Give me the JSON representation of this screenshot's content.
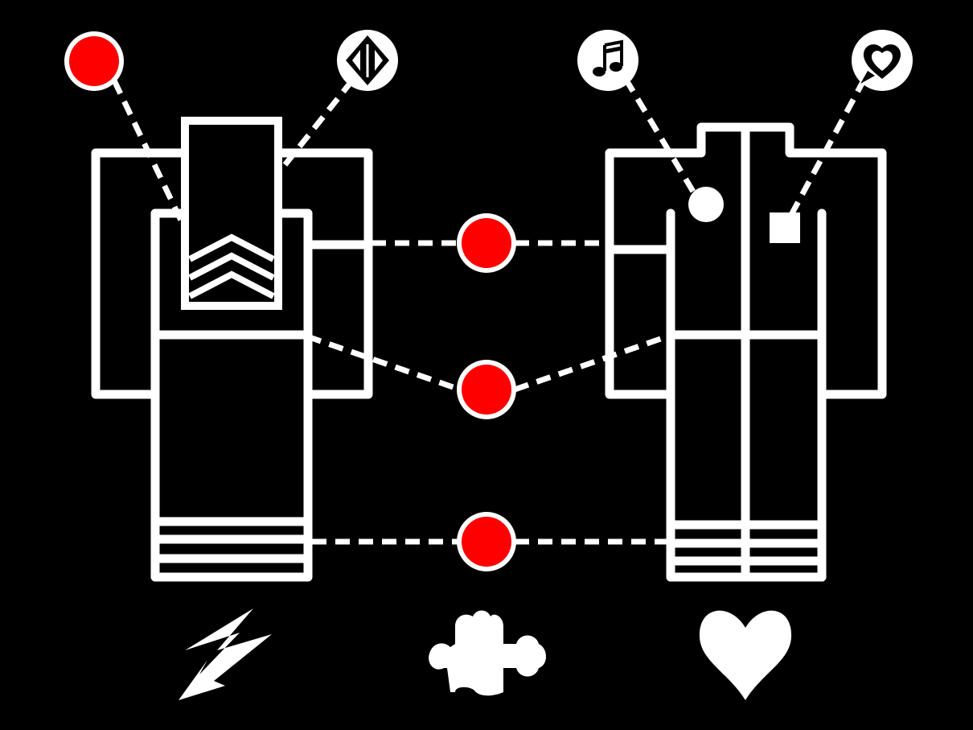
{
  "diagram": {
    "colors": {
      "background": "#000000",
      "line": "#ffffff",
      "node_fill": "#ff0000",
      "node_outline": "#ffffff"
    },
    "left_garment": {
      "kind": "uniform-jacket",
      "badge": "chevron-rank-badge",
      "hem_stripes": 3
    },
    "right_garment": {
      "kind": "jacket-with-center-seam",
      "pocket_marks": [
        "round-button",
        "square-patch"
      ],
      "hem_stripes": 3
    },
    "top_callouts": [
      {
        "icon": "red-dot-icon",
        "target": "left-badge"
      },
      {
        "icon": "diamond-arrows-icon",
        "target": "left-badge"
      },
      {
        "icon": "music-note-icon",
        "target": "right-round-button"
      },
      {
        "icon": "heart-speech-bubble-icon",
        "target": "right-square-patch"
      }
    ],
    "center_links": [
      {
        "name": "shoulder-link"
      },
      {
        "name": "waist-link"
      },
      {
        "name": "hem-link"
      }
    ],
    "bottom_icons": [
      "lightning-arrow-icon",
      "puzzle-piece-icon",
      "heart-icon"
    ]
  }
}
